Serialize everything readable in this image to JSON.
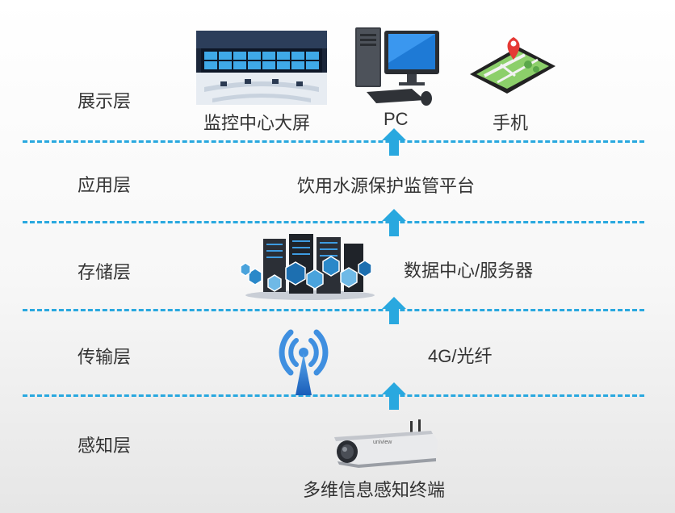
{
  "layers": [
    {
      "id": "presentation",
      "label": "展示层"
    },
    {
      "id": "application",
      "label": "应用层"
    },
    {
      "id": "storage",
      "label": "存储层"
    },
    {
      "id": "transport",
      "label": "传输层"
    },
    {
      "id": "sensing",
      "label": "感知层"
    }
  ],
  "presentation": {
    "devices": [
      {
        "label": "监控中心大屏",
        "icon": "control-center-wall-icon"
      },
      {
        "label": "PC",
        "icon": "desktop-pc-icon"
      },
      {
        "label": "手机",
        "icon": "smartphone-map-icon"
      }
    ]
  },
  "application": {
    "platform": "饮用水源保护监管平台"
  },
  "storage": {
    "label": "数据中心/服务器",
    "icon": "server-datacenter-icon"
  },
  "transport": {
    "label": "4G/光纤",
    "icon": "wireless-signal-icon"
  },
  "sensing": {
    "label": "多维信息感知终端",
    "icon": "surveillance-camera-icon",
    "camera_brand": "uniview"
  },
  "colors": {
    "divider": "#29a8df",
    "arrow": "#29a8df"
  }
}
